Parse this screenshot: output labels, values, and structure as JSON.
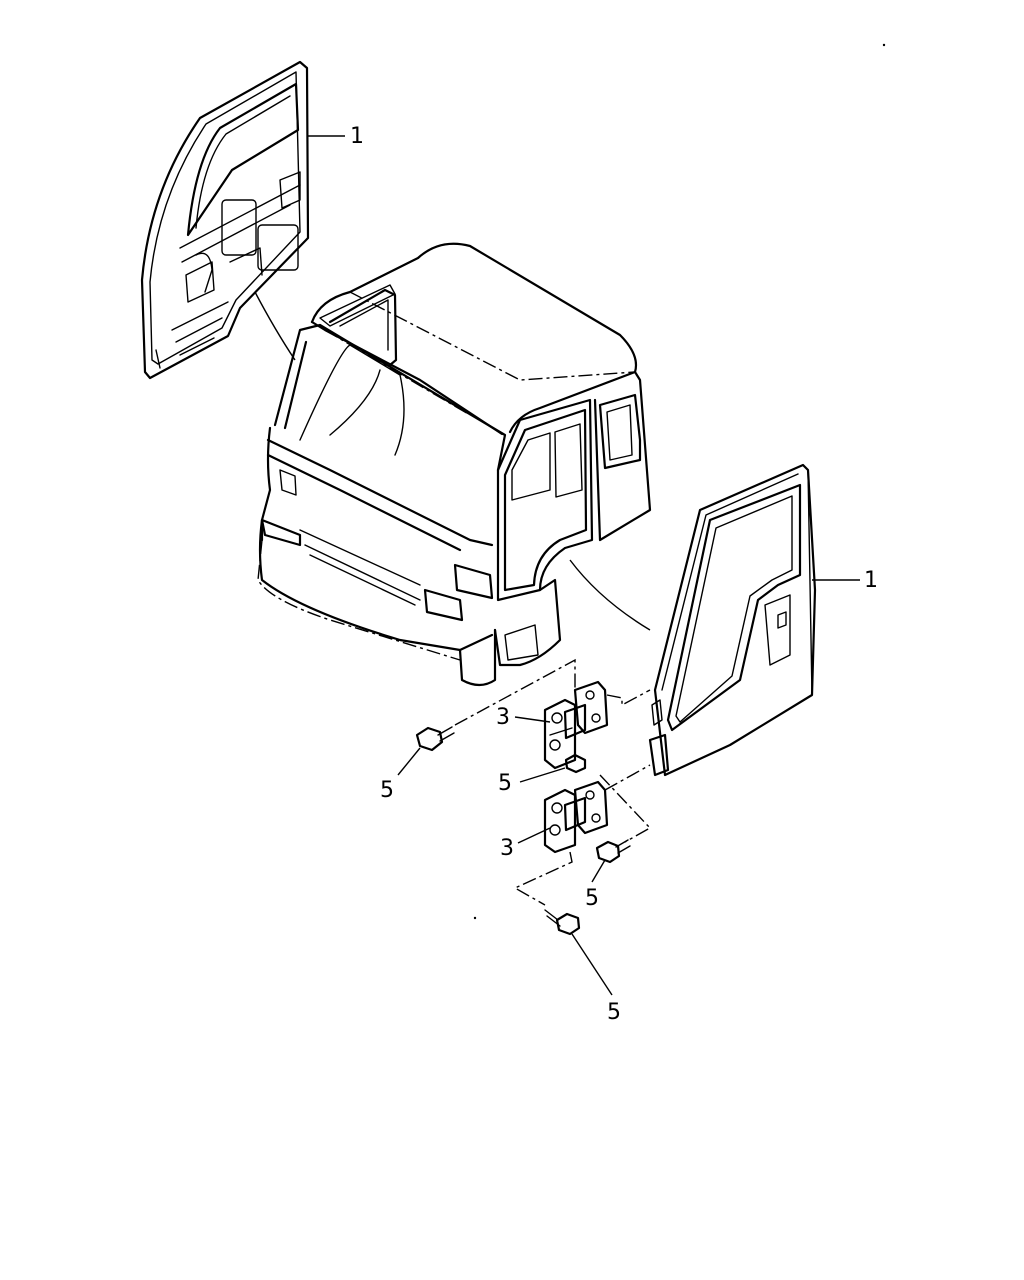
{
  "diagram": {
    "callouts": [
      {
        "id": "left-door-1",
        "text": "1"
      },
      {
        "id": "right-door-1",
        "text": "1"
      },
      {
        "id": "upper-hinge-3",
        "text": "3"
      },
      {
        "id": "lower-hinge-3",
        "text": "3"
      },
      {
        "id": "bolt-5-a",
        "text": "5"
      },
      {
        "id": "bolt-5-b",
        "text": "5"
      },
      {
        "id": "bolt-5-c",
        "text": "5"
      },
      {
        "id": "bolt-5-d",
        "text": "5"
      }
    ]
  }
}
